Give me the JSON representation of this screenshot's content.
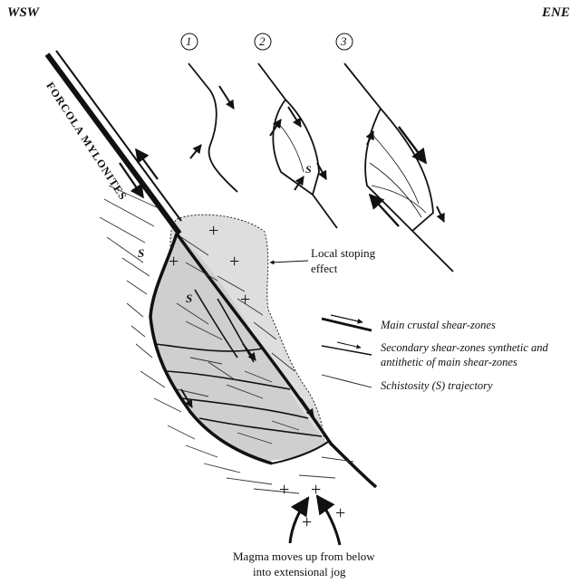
{
  "orientation": {
    "left": "WSW",
    "right": "ENE"
  },
  "fault_label": "FORCOLA MYLONITES",
  "stages": [
    "1",
    "2",
    "3"
  ],
  "schistosity_symbol": "S",
  "callout": {
    "line1": "Local stoping",
    "line2": "effect"
  },
  "legend": [
    {
      "text": "Main crustal shear-zones"
    },
    {
      "text": "Secondary shear-zones synthetic and"
    },
    {
      "text": "antithetic of main shear-zones"
    },
    {
      "text": "Schistosity (S)  trajectory"
    }
  ],
  "caption": {
    "line1": "Magma moves up from below",
    "line2": "into extensional jog"
  },
  "plus_symbol": "+",
  "colors": {
    "ink": "#111111",
    "pluton_fill": "#dcdcdc",
    "jog_fill": "#c8c8c8",
    "background": "#ffffff"
  }
}
